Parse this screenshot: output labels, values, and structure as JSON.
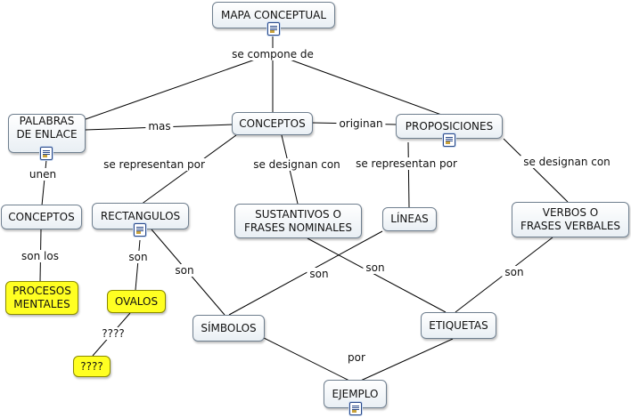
{
  "nodes": {
    "mapa_conceptual": "MAPA CONCEPTUAL",
    "palabras_de_enlace": "PALABRAS\nDE ENLACE",
    "conceptos_main": "CONCEPTOS",
    "proposiciones": "PROPOSICIONES",
    "conceptos_left": "CONCEPTOS",
    "procesos_mentales": "PROCESOS\nMENTALES",
    "rectangulos": "RECTANGULOS",
    "ovalos": "OVALOS",
    "unknown_node": "????",
    "sustantivos": "SUSTANTIVOS O\nFRASES NOMINALES",
    "lineas": "LÍNEAS",
    "verbos": "VERBOS O\nFRASES VERBALES",
    "simbolos": "SÍMBOLOS",
    "etiquetas": "ETIQUETAS",
    "ejemplo": "EJEMPLO"
  },
  "links": {
    "se_compone_de": "se compone de",
    "mas": "mas",
    "originan": "originan",
    "unen": "unen",
    "se_representan_por_1": "se representan por",
    "se_designan_con_1": "se designan con",
    "se_representan_por_2": "se representan por",
    "se_designan_con_2": "se designan con",
    "son_los": "son los",
    "son_1": "son",
    "son_2": "son",
    "unknown_link": "????",
    "son_3": "son",
    "son_4": "son",
    "son_5": "son",
    "por": "por"
  },
  "colors": {
    "node_border": "#6f7f8f",
    "highlight": "#ffff22",
    "edge": "#000000"
  },
  "icons": [
    "document-icon"
  ]
}
